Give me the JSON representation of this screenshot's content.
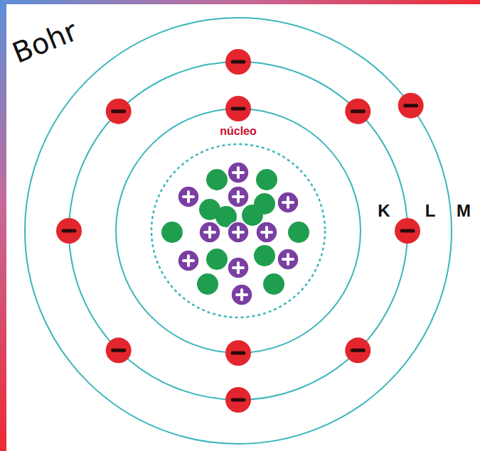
{
  "diagram": {
    "title": "Bohr",
    "nodes": [
      {
        "text": [
          "núcleo"
        ]
      }
    ],
    "labels": [
      "K",
      "L",
      "M"
    ]
  }
}
